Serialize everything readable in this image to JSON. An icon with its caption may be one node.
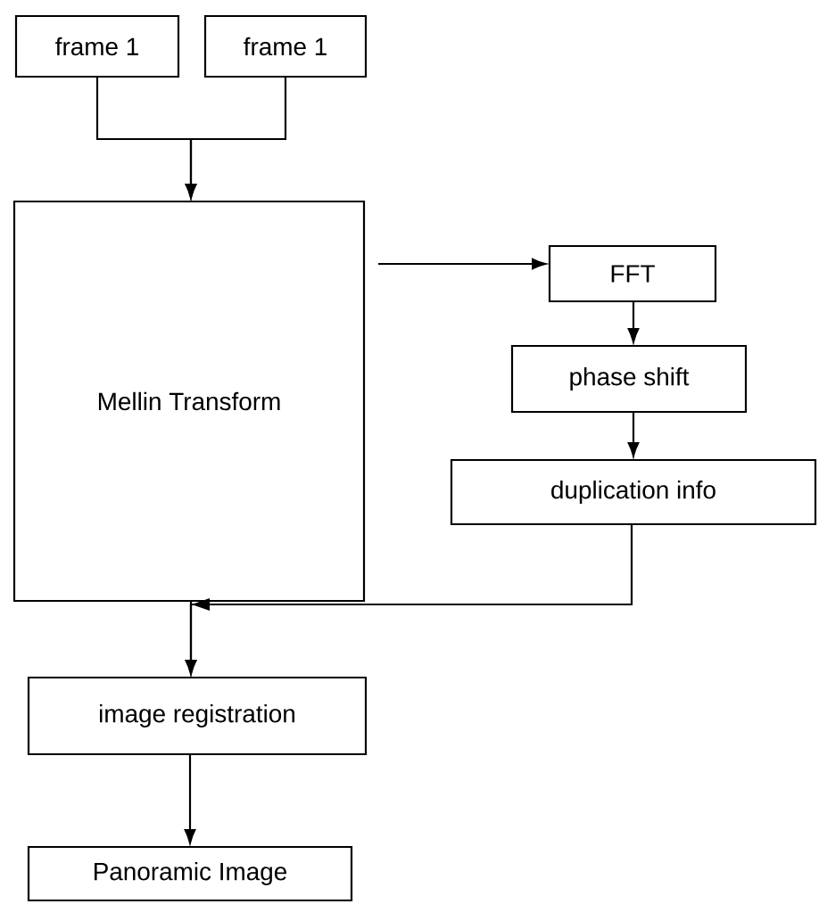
{
  "diagram": {
    "nodes": [
      {
        "text": [
          "frame 1"
        ]
      },
      {
        "text": [
          "frame 1"
        ]
      },
      {
        "text": [
          "Mellin Transform"
        ]
      },
      {
        "text": [
          "FFT"
        ]
      },
      {
        "text": [
          "phase shift"
        ]
      },
      {
        "text": [
          "duplication info"
        ]
      },
      {
        "text": [
          "image registration"
        ]
      },
      {
        "text": [
          "Panoramic Image"
        ]
      }
    ],
    "edges": [
      {
        "from": 0,
        "to": 2,
        "arrow": "to"
      },
      {
        "from": 1,
        "to": 2,
        "arrow": "to"
      },
      {
        "from": 2,
        "to": 3,
        "arrow": "to"
      },
      {
        "from": 3,
        "to": 4,
        "arrow": "to"
      },
      {
        "from": 4,
        "to": 5,
        "arrow": "to"
      },
      {
        "from": 2,
        "to": 6,
        "arrow": "to"
      },
      {
        "from": 5,
        "to": 6,
        "arrow": "to"
      },
      {
        "from": 6,
        "to": 7,
        "arrow": "to"
      }
    ]
  }
}
